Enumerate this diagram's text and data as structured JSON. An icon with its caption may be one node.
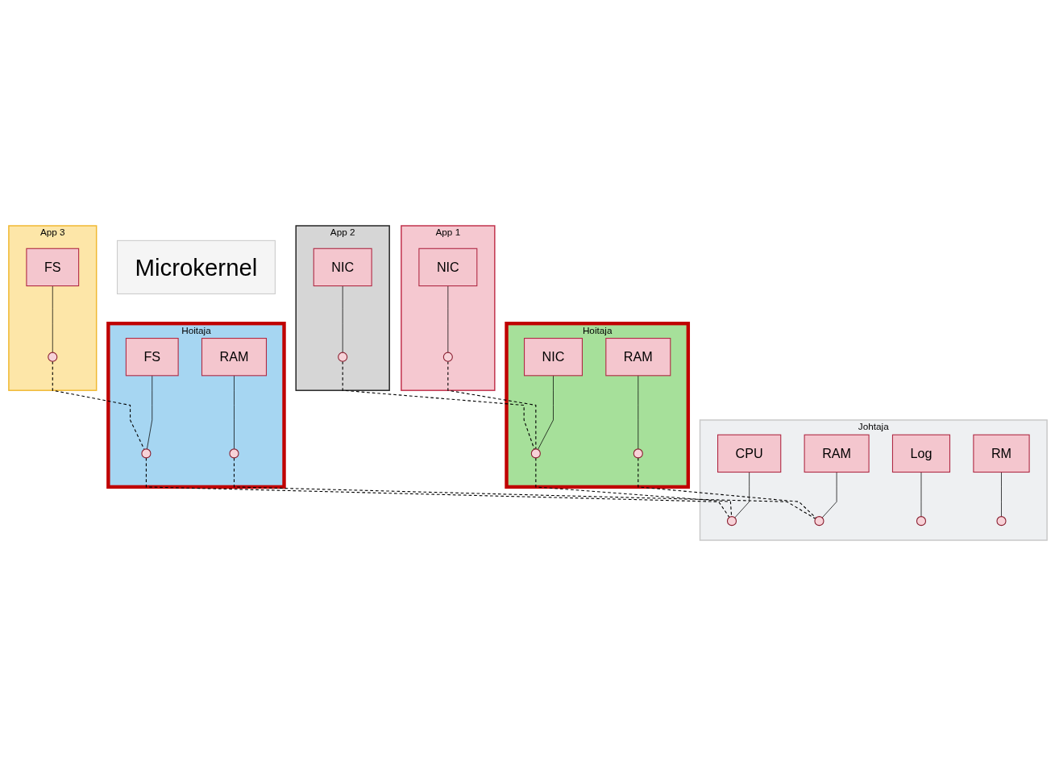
{
  "diagram": {
    "nodes": [
      {
        "text": [
          "App 1"
        ]
      },
      {
        "text": [
          "NIC"
        ],
        "in": 0
      },
      {
        "text": [],
        "shape": "circle",
        "in": 0
      },
      {
        "text": [
          "App 2"
        ]
      },
      {
        "text": [
          "NIC"
        ],
        "in": 3
      },
      {
        "text": [],
        "shape": "circle",
        "in": 3
      },
      {
        "text": [
          "App 3"
        ]
      },
      {
        "text": [
          "FS"
        ],
        "in": 6
      },
      {
        "text": [],
        "shape": "circle",
        "in": 6
      },
      {
        "text": [
          "Hoitaja"
        ]
      },
      {
        "text": [
          "NIC"
        ],
        "in": 9
      },
      {
        "text": [],
        "shape": "circle",
        "in": 9
      },
      {
        "text": [
          "RAM"
        ],
        "in": 9
      },
      {
        "text": [],
        "shape": "circle",
        "in": 9
      },
      {
        "text": [
          "Hoitaja"
        ]
      },
      {
        "text": [
          "FS"
        ],
        "in": 14
      },
      {
        "text": [],
        "shape": "circle",
        "in": 14
      },
      {
        "text": [
          "RAM"
        ],
        "in": 14
      },
      {
        "text": [],
        "shape": "circle",
        "in": 14
      },
      {
        "text": [
          "Johtaja"
        ]
      },
      {
        "text": [
          "CPU"
        ],
        "in": 19
      },
      {
        "text": [],
        "shape": "circle",
        "in": 19
      },
      {
        "text": [
          "RAM"
        ],
        "in": 19
      },
      {
        "text": [],
        "shape": "circle",
        "in": 19
      },
      {
        "text": [
          "Log"
        ],
        "in": 19
      },
      {
        "text": [],
        "shape": "circle",
        "in": 19
      },
      {
        "text": [
          "RM"
        ],
        "in": 19
      },
      {
        "text": [],
        "shape": "circle",
        "in": 19
      },
      {
        "text": [
          "Microkernel"
        ]
      }
    ],
    "edges": [
      {
        "from": 1,
        "to": 2,
        "arrow": "none"
      },
      {
        "from": 4,
        "to": 5,
        "arrow": "none"
      },
      {
        "from": 7,
        "to": 8,
        "arrow": "none"
      },
      {
        "from": 10,
        "to": 11,
        "arrow": "none"
      },
      {
        "from": 12,
        "to": 13,
        "arrow": "none"
      },
      {
        "from": 15,
        "to": 16,
        "arrow": "none"
      },
      {
        "from": 17,
        "to": 18,
        "arrow": "none"
      },
      {
        "from": 20,
        "to": 21,
        "arrow": "none"
      },
      {
        "from": 22,
        "to": 23,
        "arrow": "none"
      },
      {
        "from": 24,
        "to": 25,
        "arrow": "none"
      },
      {
        "from": 26,
        "to": 27,
        "arrow": "none"
      },
      {
        "from": 2,
        "to": 11,
        "arrow": "none",
        "style": "dashed"
      },
      {
        "from": 5,
        "to": 11,
        "arrow": "none",
        "style": "dashed"
      },
      {
        "from": 8,
        "to": 16,
        "arrow": "none",
        "style": "dashed"
      },
      {
        "from": 11,
        "to": 21,
        "arrow": "none",
        "style": "dashed"
      },
      {
        "from": 13,
        "to": 23,
        "arrow": "none",
        "style": "dashed"
      },
      {
        "from": 16,
        "to": 21,
        "arrow": "none",
        "style": "dashed"
      },
      {
        "from": 18,
        "to": 23,
        "arrow": "none",
        "style": "dashed"
      }
    ]
  }
}
